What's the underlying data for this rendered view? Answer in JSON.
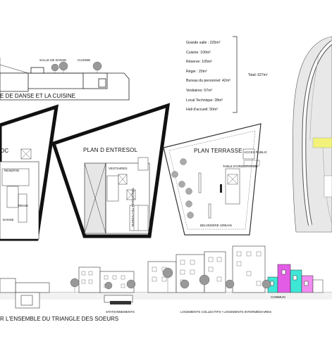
{
  "section_top": {
    "labels": [
      "SALLE DE DANSE",
      "CUISINE"
    ],
    "caption": "E DE DANSE ET LA CUISINE"
  },
  "plans": {
    "left_title": "OC",
    "left_rooms": [
      "RESERVE",
      "REGIE",
      "DANSE"
    ],
    "entresol_title": "PLAN D ENTRESOL",
    "entresol_rooms": [
      "VESTIAIRES",
      "BUREAU DU PERSONNEL"
    ],
    "terrasse_title": "PLAN TERRASSE",
    "terrasse_rooms": [
      "ACCES PUBLIC",
      "TABLE D'ORIENTATION",
      "BELVEDERE URBAIN"
    ]
  },
  "areas": {
    "items": [
      "Grande salle : 225m²",
      "Cuisine: 100m²",
      "Réserve: 105m²",
      "Régie : 20m²",
      "Bureau du personnel: 42m²",
      "Vestiaires: 57m²",
      "Local Technique: 28m²",
      "Hall d'accueil: 50m²"
    ],
    "total": "Total: 627m²"
  },
  "elevation": {
    "caption": "R L'ENSEMBLE DU TRIANGLE DES SOEURS",
    "label_parking": "STATIONNEMENTS",
    "label_housing": "LOGEMENTS COLLECTIFS  •  LOGEMENTS INTERMÉDIAIRES",
    "label_commun": "COMMUN"
  },
  "colors": {
    "cyan": "#3ee6d6",
    "magenta": "#e25ce6",
    "pink": "#f08cf0",
    "yellow": "#f2f27a",
    "road": "#555555"
  }
}
